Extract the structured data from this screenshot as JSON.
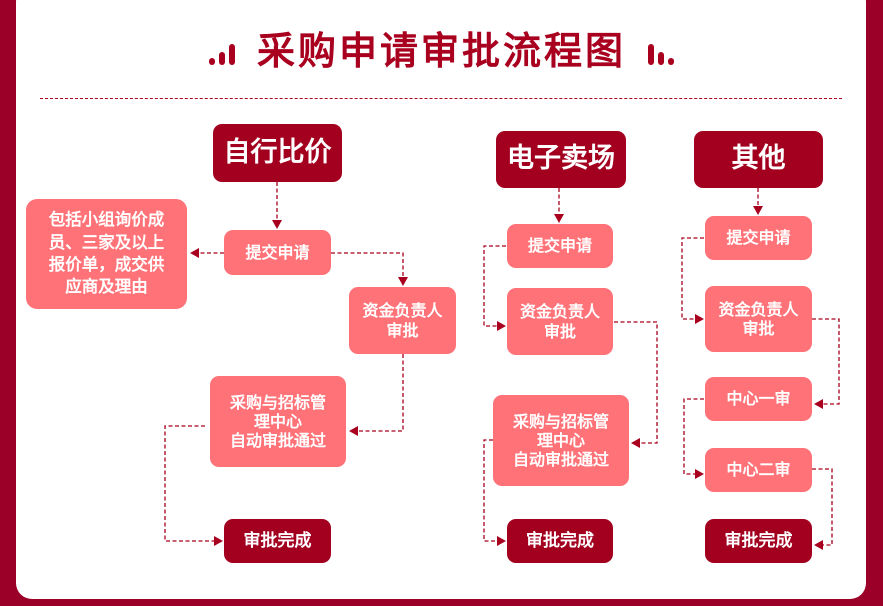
{
  "title": "采购申请审批流程图",
  "colors": {
    "frame": "#9a0028",
    "header_box": "#a3001f",
    "step_box": "#ff7278",
    "connector": "#a8001e"
  },
  "columns": [
    {
      "header": "自行比价",
      "note": "包括小组询价成员、三家及以上报价单，成交供应商及理由",
      "steps": [
        "提交申请",
        "资金负责人审批",
        "采购与招标管理中心自动审批通过"
      ],
      "end": "审批完成"
    },
    {
      "header": "电子卖场",
      "steps": [
        "提交申请",
        "资金负责人审批",
        "采购与招标管理中心自动审批通过"
      ],
      "end": "审批完成"
    },
    {
      "header": "其他",
      "steps": [
        "提交申请",
        "资金负责人审批",
        "中心一审",
        "中心二审"
      ],
      "end": "审批完成"
    }
  ],
  "display": {
    "c1_note_lines": [
      "包括小组询价成",
      "员、三家及以上",
      "报价单，成交供",
      "应商及理由"
    ],
    "c1_fund_lines": [
      "资金负责人",
      "审批"
    ],
    "c1_center_lines": [
      "采购与招标管",
      "理中心",
      "自动审批通过"
    ],
    "c2_fund_lines": [
      "资金负责人",
      "审批"
    ],
    "c2_center_lines": [
      "采购与招标管",
      "理中心",
      "自动审批通过"
    ],
    "c3_fund_lines": [
      "资金负责人",
      "审批"
    ]
  }
}
